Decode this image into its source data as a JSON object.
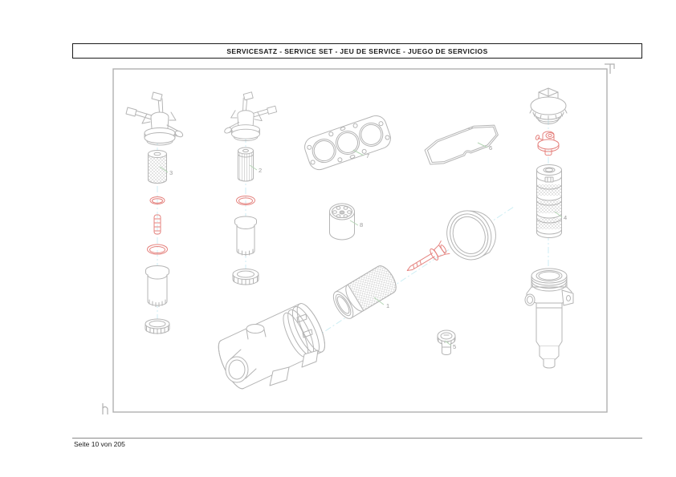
{
  "header": {
    "title": "SERVICESATZ - SERVICE SET - JEU DE SERVICE - JUEGO DE SERVICIOS"
  },
  "footer": {
    "page_label": "Seite 10 von 205"
  },
  "diagram": {
    "parts": [
      {
        "number": "1"
      },
      {
        "number": "2"
      },
      {
        "number": "3"
      },
      {
        "number": "4"
      },
      {
        "number": "5"
      },
      {
        "number": "6"
      },
      {
        "number": "7"
      },
      {
        "number": "8"
      }
    ],
    "colors": {
      "line": "#b5b5b5",
      "frame": "#b0b0b0",
      "red": "#e5837f",
      "centerline": "#cdeef4",
      "leader": "#b5d6b5",
      "number": "#9b9b9b",
      "ink": "#1a1a1a"
    }
  }
}
